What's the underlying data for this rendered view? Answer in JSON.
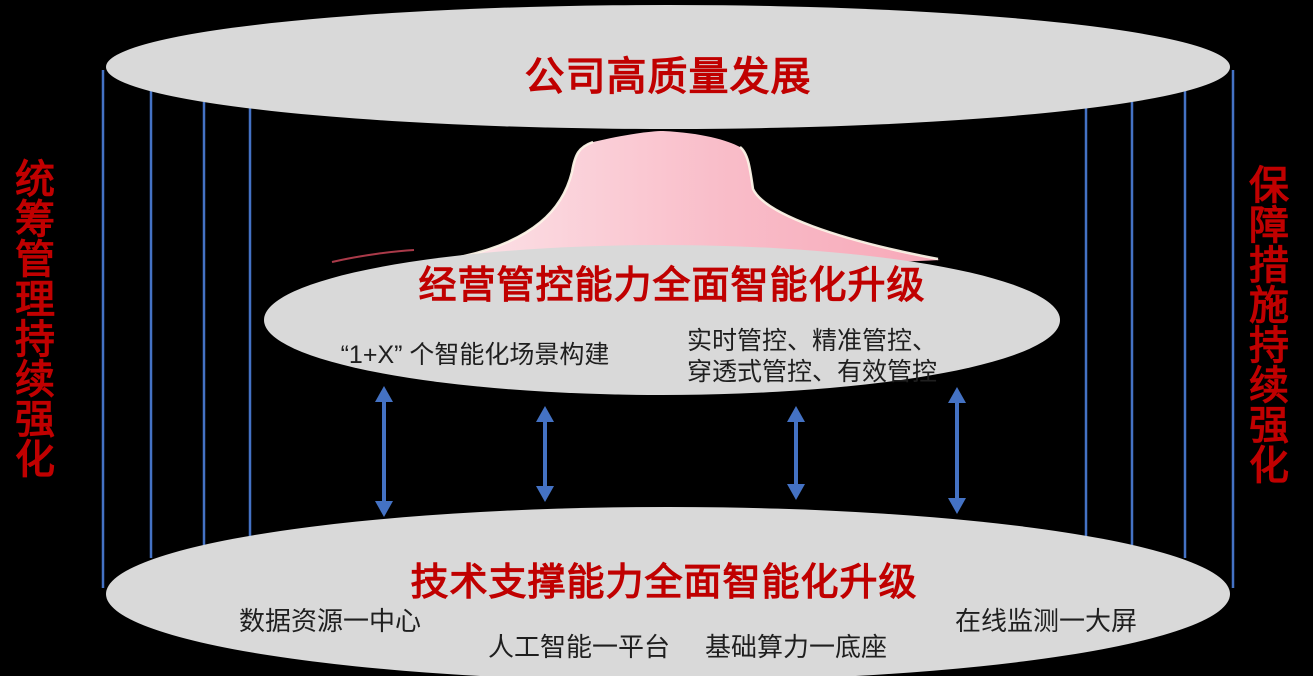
{
  "colors": {
    "bg": "#000000",
    "ellipse-gray": "#D9D9D9",
    "accent-red": "#C00000",
    "text-black": "#1F1F1F",
    "line-blue": "#4472C4",
    "pink-light": "#FCE3E8",
    "pink-mid": "#F9BDC9",
    "pink-deep": "#F7A8B8",
    "cream": "#FDF4E8"
  },
  "top_ellipse": {
    "title": "公司高质量发展"
  },
  "side_labels": {
    "left": "统筹管理持续强化",
    "right": "保障措施持续强化"
  },
  "middle_ellipse": {
    "title": "经营管控能力全面智能化升级",
    "left_item": "“1+X” 个智能化场景构建",
    "right_item_line1": "实时管控、精准管控、",
    "right_item_line2": "穿透式管控、有效管控"
  },
  "bottom_ellipse": {
    "title": "技术支撑能力全面智能化升级",
    "items": [
      "数据资源一中心",
      "人工智能一平台",
      "基础算力一底座",
      "在线监测一大屏"
    ]
  }
}
